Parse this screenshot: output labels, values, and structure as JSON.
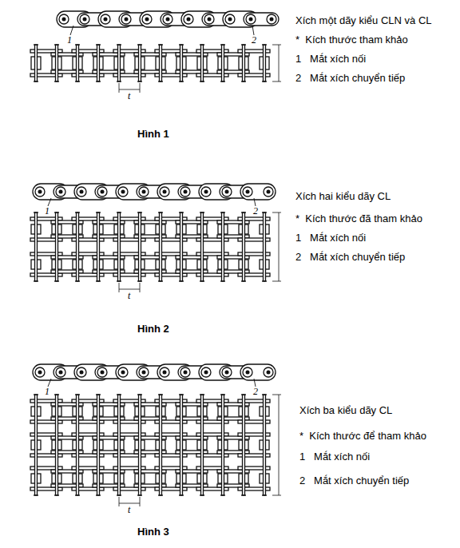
{
  "diagram": {
    "labels": [
      "Xích một dãy kiểu CLN và CL",
      "*  Kích thước tham khảo",
      "1   Mắt xích nối",
      "2   Mắt xích chuyển tiếp",
      "Hình 1",
      "1",
      "2",
      "t",
      "Xích hai kiểu dãy CL",
      "*  Kích thước đã tham khảo",
      "1   Mắt xích nối",
      "2   Mắt xích chuyển tiếp",
      "Hình 2",
      "1",
      "2",
      "t",
      "Xích ba kiểu dãy CL",
      "*  Kích thước để tham khảo",
      "1   Mắt xích nối",
      "2   Mắt xích chuyển tiếp",
      "Hình 3",
      "1",
      "2",
      "t"
    ]
  }
}
